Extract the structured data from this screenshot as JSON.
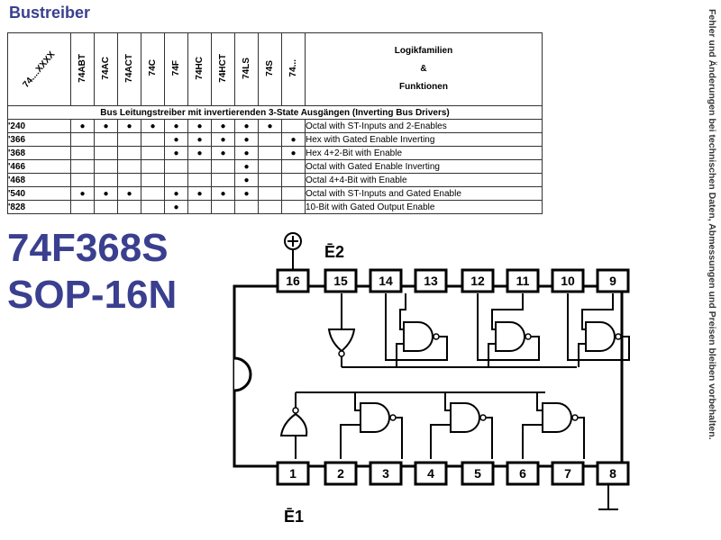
{
  "title": "Bustreiber",
  "side_note": "Fehler und Änderungen bei technischen Daten, Abmessungen und Preisen bleiben vorbehalten.",
  "table": {
    "corner_label": "74....XXXX",
    "families": [
      "74ABT",
      "74AC",
      "74ACT",
      "74C",
      "74F",
      "74HC",
      "74HCT",
      "74LS",
      "74S",
      "74..."
    ],
    "function_header": [
      "Logikfamilien",
      "&",
      "Funktionen"
    ],
    "section": "Bus Leitungstreiber mit invertierenden 3-State Ausgängen (Inverting Bus Drivers)",
    "dot_char": "●",
    "rows": [
      {
        "code": "'240",
        "dots": [
          true,
          true,
          true,
          true,
          true,
          true,
          true,
          true,
          true,
          false
        ],
        "desc": "Octal with ST-Inputs and 2-Enables"
      },
      {
        "code": "'366",
        "dots": [
          false,
          false,
          false,
          false,
          true,
          true,
          true,
          true,
          false,
          true
        ],
        "desc": "Hex with Gated Enable Inverting"
      },
      {
        "code": "'368",
        "dots": [
          false,
          false,
          false,
          false,
          true,
          true,
          true,
          true,
          false,
          true
        ],
        "desc": "Hex 4+2-Bit with Enable"
      },
      {
        "code": "'466",
        "dots": [
          false,
          false,
          false,
          false,
          false,
          false,
          false,
          true,
          false,
          false
        ],
        "desc": "Octal with Gated Enable Inverting"
      },
      {
        "code": "'468",
        "dots": [
          false,
          false,
          false,
          false,
          false,
          false,
          false,
          true,
          false,
          false
        ],
        "desc": "Octal 4+4-Bit with Enable"
      },
      {
        "code": "'540",
        "dots": [
          true,
          true,
          true,
          false,
          true,
          true,
          true,
          true,
          false,
          false
        ],
        "desc": "Octal with ST-Inputs and Gated Enable"
      },
      {
        "code": "'828",
        "dots": [
          false,
          false,
          false,
          false,
          true,
          false,
          false,
          false,
          false,
          false
        ],
        "desc": "10-Bit with Gated Output Enable"
      }
    ]
  },
  "part": {
    "number": "74F368S",
    "package": "SOP-16N"
  },
  "diagram": {
    "top_pins": [
      "16",
      "15",
      "14",
      "13",
      "12",
      "11",
      "10",
      "9"
    ],
    "bottom_pins": [
      "1",
      "2",
      "3",
      "4",
      "5",
      "6",
      "7",
      "8"
    ],
    "vcc_symbol": "⊕",
    "gnd_symbol": "⊥",
    "label_e2": "Ē2",
    "label_e1": "Ē1"
  }
}
